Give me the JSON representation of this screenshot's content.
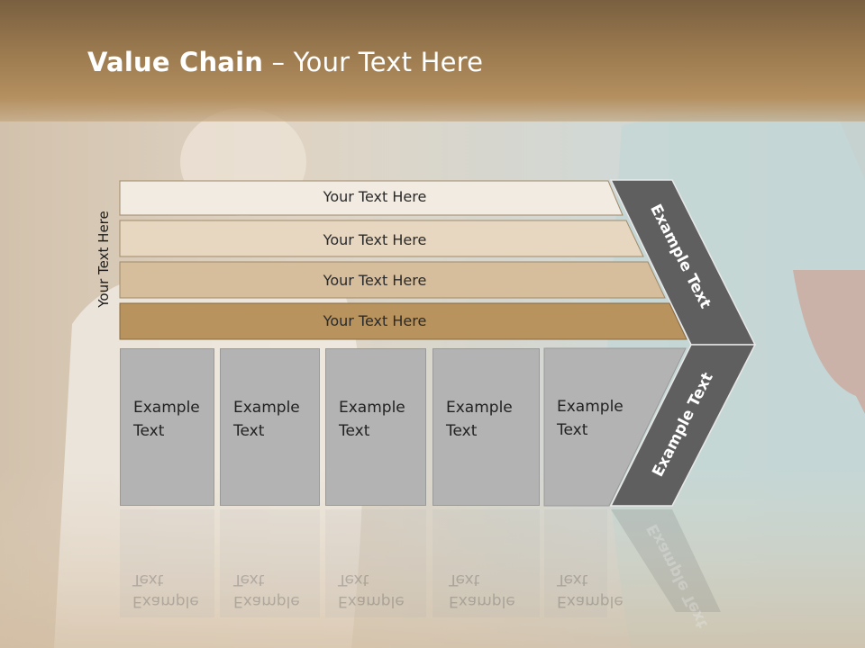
{
  "title": {
    "bold": "Value Chain",
    "rest": " – Your Text Here"
  },
  "side_label": "Your Text Here",
  "rows": [
    "Your Text Here",
    "Your Text Here",
    "Your Text Here",
    "Your Text Here"
  ],
  "boxes": [
    "Example\nText",
    "Example\nText",
    "Example\nText",
    "Example\nText",
    "Example\nText"
  ],
  "chevron_labels": {
    "upper": "Example Text",
    "lower": "Example Text"
  },
  "colors": {
    "title_band": "#9c7b50",
    "row1": "#f1ebe1",
    "row2": "#e7d6c0",
    "row3": "#d6bd9b",
    "row4": "#b8935e",
    "box": "#b3b3b3",
    "chevron": "#5f5f5f"
  }
}
